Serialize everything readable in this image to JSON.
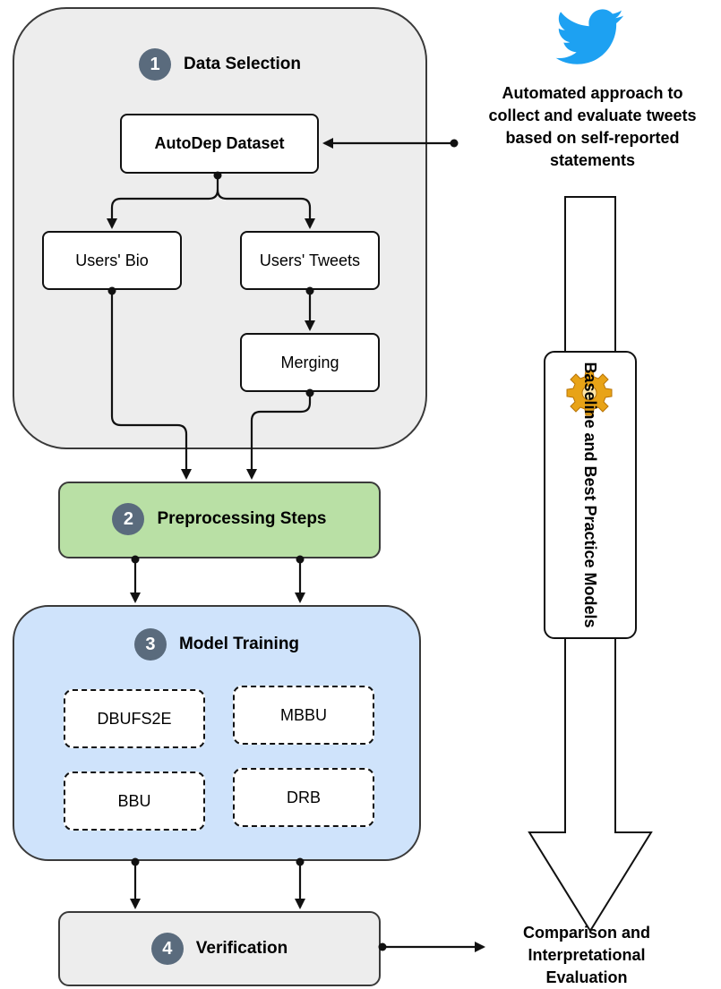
{
  "source": {
    "automated_text": "Automated approach to\ncollect and evaluate tweets\nbased on self-reported\nstatements",
    "twitter_icon": "twitter-bird-icon"
  },
  "stage1": {
    "number": "1",
    "title": "Data Selection",
    "dataset": "AutoDep Dataset",
    "users_bio": "Users' Bio",
    "users_tweets": "Users' Tweets",
    "merging": "Merging"
  },
  "stage2": {
    "number": "2",
    "title": "Preprocessing Steps"
  },
  "stage3": {
    "number": "3",
    "title": "Model Training",
    "models": [
      "DBUFS2E",
      "MBBU",
      "BBU",
      "DRB"
    ]
  },
  "stage4": {
    "number": "4",
    "title": "Verification"
  },
  "pipeline": {
    "label": "Baseline and Best Practice Models",
    "icon": "gear-icon"
  },
  "outcome": {
    "text": "Comparison and\nInterpretational\nEvaluation"
  },
  "colors": {
    "stage1_bg": "#ededed",
    "stage2_bg": "#b9e0a5",
    "stage3_bg": "#cfe3fb",
    "stage4_bg": "#ededed",
    "number_badge": "#5a6b7d",
    "twitter_blue": "#1da1f2",
    "gear": "#e8a317"
  }
}
